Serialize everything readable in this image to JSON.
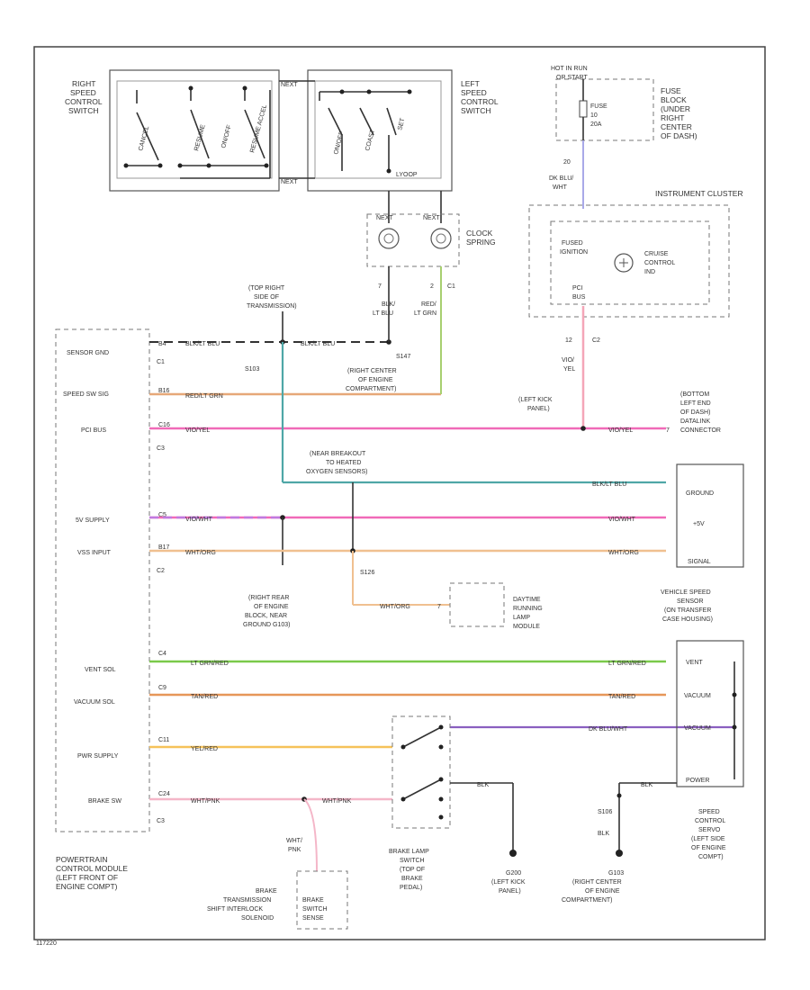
{
  "diagram_id": "117220",
  "components": {
    "right_switch": {
      "label": [
        "RIGHT",
        "SPEED",
        "CONTROL",
        "SWITCH"
      ],
      "contacts": [
        "CANCEL",
        "RESUME",
        "ON/OFF",
        "RESUME ACCEL"
      ]
    },
    "left_switch": {
      "label": [
        "LEFT",
        "SPEED",
        "CONTROL",
        "SWITCH"
      ],
      "contacts": [
        "ON/OFF",
        "COAST",
        "SET"
      ],
      "top_pin": "NEXT",
      "bottom_pin": "LYOOP"
    },
    "clock_spring": {
      "label": [
        "CLOCK",
        "SPRING"
      ],
      "pins": [
        "NEXT",
        "NEXT"
      ],
      "wire_nums": [
        "7",
        "2"
      ],
      "connector": "C1"
    },
    "fuse_block": {
      "feed": [
        "HOT IN RUN",
        "OR START"
      ],
      "fuse": [
        "FUSE",
        "10",
        "20A"
      ],
      "label": [
        "FUSE",
        "BLOCK",
        "(UNDER",
        "RIGHT",
        "CENTER",
        "OF DASH)"
      ],
      "wire_code": "DK BLU/",
      "wire_code2": "WHT",
      "wire_num": "20"
    },
    "instrument_cluster": {
      "label": "INSTRUMENT CLUSTER",
      "fused_ignition": [
        "FUSED",
        "IGNITION"
      ],
      "ind": [
        "CRUISE",
        "CONTROL",
        "IND"
      ],
      "pci": [
        "PCI",
        "BUS"
      ],
      "pin": "12",
      "connector": "C2",
      "wire_code": [
        "VIO/",
        "YEL"
      ]
    },
    "pcm": {
      "label": [
        "POWERTRAIN",
        "CONTROL MODULE",
        "(LEFT FRONT OF",
        "ENGINE COMPT)"
      ],
      "pins": [
        "SENSOR GND",
        "SPEED SW SIG",
        "PCI BUS",
        "5V SUPPLY",
        "VSS INPUT",
        "VENT SOL",
        "VACUUM SOL",
        "PWR SUPPLY",
        "BRAKE SW"
      ],
      "connectors": [
        "C1",
        "C3",
        "C2",
        "C3"
      ],
      "pin_nums": [
        "B4",
        "B16",
        "C16",
        "C5",
        "B17",
        "C4",
        "C9",
        "C11",
        "C24"
      ]
    },
    "notes": {
      "top_right_trans": [
        "(TOP RIGHT",
        "SIDE OF",
        "TRANSMISSION)"
      ],
      "s147": "S147",
      "right_center_engine": [
        "(RIGHT CENTER",
        "OF ENGINE",
        "COMPARTMENT)"
      ],
      "s103": "S103",
      "left_kick": [
        "(LEFT KICK",
        "PANEL)"
      ],
      "near_breakout": [
        "(NEAR BREAKOUT",
        "TO HEATED",
        "OXYGEN SENSORS)"
      ],
      "s126": "S126",
      "right_rear_engine": [
        "(RIGHT REAR",
        "OF ENGINE",
        "BLOCK, NEAR",
        "GROUND G103)"
      ],
      "bottom_dash": [
        "(BOTTOM",
        "LEFT END",
        "OF DASH)",
        "DATALINK",
        "CONNECTOR"
      ]
    },
    "vss": {
      "pins": [
        "GROUND",
        "+5V",
        "SIGNAL"
      ],
      "label": [
        "VEHICLE SPEED",
        "SENSOR",
        "(ON TRANSFER",
        "CASE HOUSING)"
      ]
    },
    "drl": {
      "label": [
        "DAYTIME",
        "RUNNING",
        "LAMP",
        "MODULE"
      ],
      "pin": "7"
    },
    "servo": {
      "pins": [
        "VENT",
        "VACUUM",
        "VACUUM",
        "POWER"
      ],
      "label": [
        "SPEED",
        "CONTROL",
        "SERVO",
        "(LEFT SIDE",
        "OF ENGINE",
        "COMPT)"
      ],
      "splice": "S106",
      "wire": "BLK"
    },
    "brake_switch": {
      "label": [
        "BRAKE LAMP",
        "SWITCH",
        "(TOP OF",
        "BRAKE",
        "PEDAL)"
      ]
    },
    "bts": {
      "label": [
        "BRAKE",
        "TRANSMISSION",
        "SHIFT INTERLOCK",
        "SOLENOID"
      ],
      "box": [
        "BRAKE",
        "SWITCH",
        "SENSE"
      ],
      "wire": [
        "WHT/",
        "PNK"
      ]
    },
    "grounds": {
      "g200": [
        "G200",
        "(LEFT KICK",
        "PANEL)"
      ],
      "g103": [
        "G103",
        "(RIGHT CENTER",
        "OF ENGINE",
        "COMPARTMENT)"
      ]
    }
  },
  "wires": {
    "w_sensor_gnd": "BLK/LT BLU",
    "w_sensor_gnd2": "BLK/LT BLU",
    "w_speed_sw": "RED/LT GRN",
    "w_pci": "VIO/YEL",
    "w_pci2": "VIO/YEL",
    "w_cs1": [
      "BLK/",
      "LT BLU"
    ],
    "w_cs2": [
      "RED/",
      "LT GRN"
    ],
    "w_ground_vss": "BLK/LT BLU",
    "w_5v": "VIO/WHT",
    "w_5v2": "VIO/WHT",
    "w_vss": "WHT/ORG",
    "w_vss2": "WHT/ORG",
    "w_drl": "WHT/ORG",
    "w_vent": "LT GRN/RED",
    "w_vent2": "LT GRN/RED",
    "w_vac": "TAN/RED",
    "w_vac2": "TAN/RED",
    "w_pwr": "YEL/RED",
    "w_pwr2": "DK BLU/WHT",
    "w_brake": "WHT/PNK",
    "w_brake2": "WHT/PNK",
    "w_blk1": "BLK",
    "w_blk2": "BLK"
  }
}
